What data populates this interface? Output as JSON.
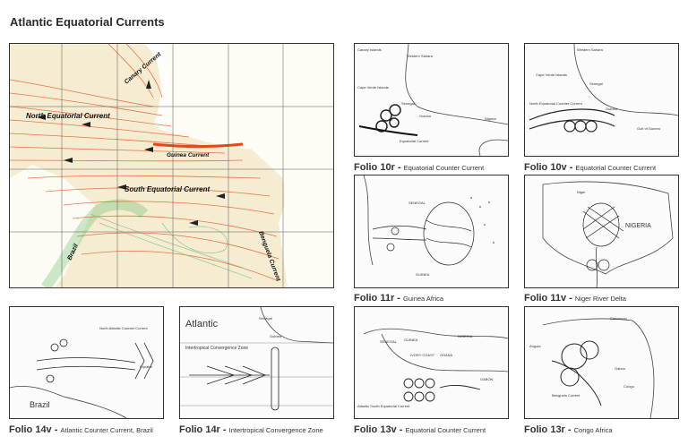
{
  "page": {
    "title": "Atlantic Equatorial Currents"
  },
  "map": {
    "labels": {
      "canary": "Canary Current",
      "north_eq": "North Equatorial Current",
      "guinea": "Guinea Current",
      "south_eq": "South Equatorial Current",
      "brazil": "Brazil",
      "benguela": "Benguela Current"
    }
  },
  "folios": [
    {
      "id": "Folio 10r",
      "sep": " - ",
      "desc": "Equatorial Counter Current"
    },
    {
      "id": "Folio 10v",
      "sep": " - ",
      "desc": "Equatorial Counter Current"
    },
    {
      "id": "Folio 11r",
      "sep": " - ",
      "desc": "Guinea Africa"
    },
    {
      "id": "Folio 11v",
      "sep": " - ",
      "desc": "Niger River Delta"
    },
    {
      "id": "Folio 14v",
      "sep": " - ",
      "desc": "Atlantic Counter Current, Brazil"
    },
    {
      "id": "Folio 14r",
      "sep": " - ",
      "desc": "Intertropical Convergence Zone"
    },
    {
      "id": "Folio 13v",
      "sep": " - ",
      "desc": "Equatorial Counter Current"
    },
    {
      "id": "Folio 13r",
      "sep": " - ",
      "desc": "Congo Africa"
    }
  ],
  "sketch_text": {
    "f10r": [
      "Canary Islands",
      "Western Sahara",
      "Cape Verde Islands",
      "Senegal",
      "Guinea",
      "Nigeria",
      "Equatorial Current"
    ],
    "f10v": [
      "Western Sahara",
      "Cape Verde Islands",
      "Senegal",
      "North Equatorial Counter Current",
      "Guinea",
      "Gulf of Guinea"
    ],
    "f11r": [
      "SENEGAL",
      "GUINEA"
    ],
    "f11v": [
      "Niger",
      "NIGERIA"
    ],
    "f14v": [
      "North Atlantic Counter Current",
      "Equator",
      "Brazil"
    ],
    "f14r": [
      "Atlantic",
      "Intertropical Convergence Zone",
      "Senegal",
      "Guinea"
    ],
    "f13v": [
      "SENEGAL",
      "GUINEA",
      "NIGERIA",
      "IVORY COAST",
      "GHANA",
      "GABON",
      "Atlantic South Equatorial Current"
    ],
    "f13r": [
      "Cameroon",
      "Gabon",
      "Congo",
      "Angola",
      "Benguela Current"
    ]
  }
}
